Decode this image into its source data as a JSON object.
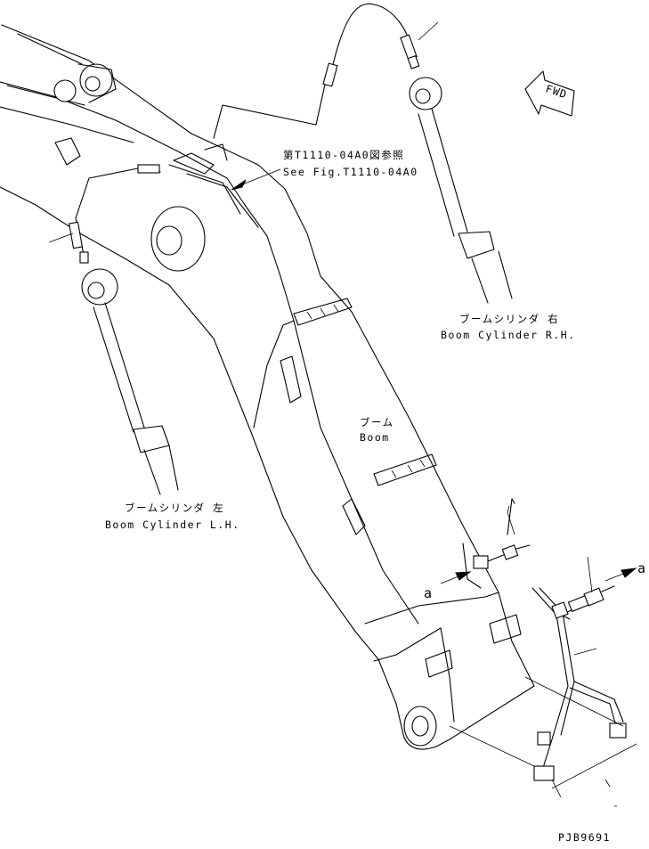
{
  "labels": {
    "ref_jp": "第T1110-04A0図参照",
    "ref_en": "See Fig.T1110-04A0",
    "cyl_rh_jp": "ブームシリンダ 右",
    "cyl_rh_en": "Boom Cylinder R.H.",
    "boom_jp": "ブーム",
    "boom_en": "Boom",
    "cyl_lh_jp": "ブームシリンダ 左",
    "cyl_lh_en": "Boom Cylinder L.H.",
    "fwd": "FWD",
    "view_a_left": "a",
    "view_a_right": "a",
    "drawing_no": "PJB9691"
  }
}
